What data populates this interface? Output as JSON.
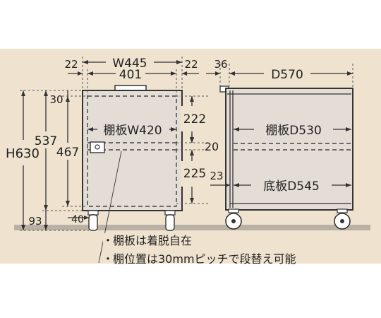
{
  "colors": {
    "band": "#efe3cf",
    "cabinet": "#e4ddd6",
    "line": "#333333",
    "floor": "#b9b0a6"
  },
  "front_view": {
    "overall_width": "W445",
    "inner_width": "401",
    "side_margin_left": "22",
    "side_margin_right": "22",
    "overall_height": "H630",
    "body_height": "537",
    "inner_height": "467",
    "top_margin": "30",
    "base_height": "93",
    "caster_clearance": "40",
    "shelf_width": "棚板W420",
    "upper_space": "222",
    "shelf_thickness": "20",
    "lower_space": "225"
  },
  "side_view": {
    "top_offset": "36",
    "overall_depth": "D570",
    "shelf_depth": "棚板D530",
    "bottom_depth": "底板D545",
    "bottom_offset": "23"
  },
  "notes": [
    "棚板は着脱自在",
    "棚位置は30mmピッチで段替え可能"
  ],
  "note_bullet": "・"
}
